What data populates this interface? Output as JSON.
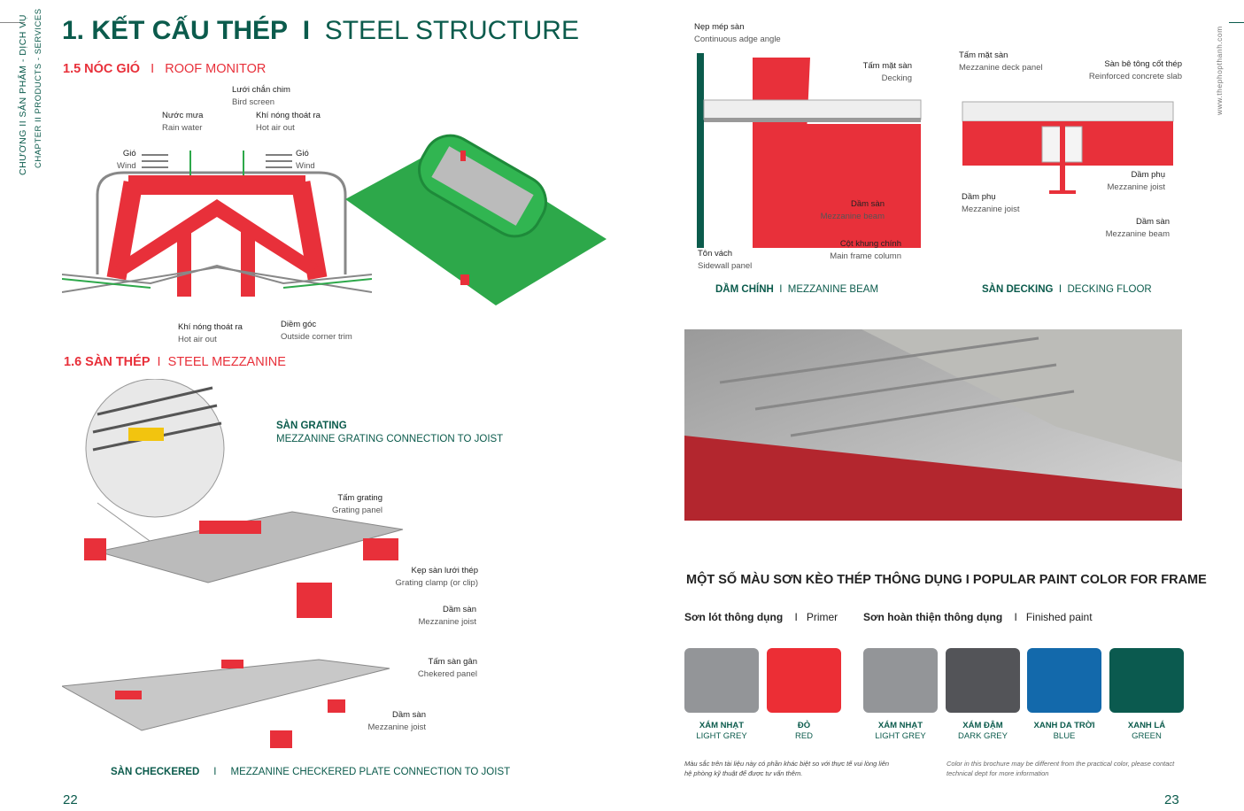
{
  "left_page": {
    "side_text": {
      "vi": "CHƯƠNG II   SẢN PHẨM - DỊCH VỤ",
      "en": "CHAPTER II   PRODUCTS - SERVICES"
    },
    "title_vi": "1. KẾT CẤU THÉP",
    "separator": "I",
    "title_en": "STEEL STRUCTURE",
    "roof_monitor": {
      "heading_vi": "1.5 NÓC GIÓ",
      "heading_en": "ROOF MONITOR",
      "labels": [
        {
          "vi": "Lưới chắn chim",
          "en": "Bird screen"
        },
        {
          "vi": "Nước mưa",
          "en": "Rain water"
        },
        {
          "vi": "Khí nóng thoát ra",
          "en": "Hot air out"
        },
        {
          "vi": "Gió",
          "en": "Wind"
        },
        {
          "vi": "Gió",
          "en": "Wind"
        },
        {
          "vi": "Khí nóng thoát ra",
          "en": "Hot air out"
        },
        {
          "vi": "Diềm góc",
          "en": "Outside corner trim"
        }
      ]
    },
    "mezzanine": {
      "heading_vi": "1.6 SÀN THÉP",
      "heading_en": "STEEL MEZZANINE",
      "grating_title_vi": "SÀN GRATING",
      "grating_title_en": "MEZZANINE GRATING CONNECTION TO JOIST",
      "grating_labels": [
        {
          "vi": "Tấm grating",
          "en": "Grating panel"
        },
        {
          "vi": "Kẹp sàn lưới thép",
          "en": "Grating clamp (or clip)"
        },
        {
          "vi": "Dầm sàn",
          "en": "Mezzanine joist"
        }
      ],
      "checkered_labels": [
        {
          "vi": "Tấm sàn gân",
          "en": "Chekered panel"
        },
        {
          "vi": "Dầm sàn",
          "en": "Mezzanine joist"
        }
      ],
      "checkered_caption_vi": "SÀN CHECKERED",
      "checkered_caption_en": "MEZZANINE CHECKERED PLATE CONNECTION TO JOIST"
    },
    "page_number": "22"
  },
  "right_page": {
    "website": "www.thephopthanh.com",
    "beam": {
      "caption_vi": "DẦM CHÍNH",
      "caption_en": "MEZZANINE BEAM",
      "labels": [
        {
          "vi": "Nẹp mép sàn",
          "en": "Continuous adge angle"
        },
        {
          "vi": "Tấm mặt sàn",
          "en": "Decking"
        },
        {
          "vi": "Dầm sàn",
          "en": "Mezzanine beam"
        },
        {
          "vi": "Cột khung chính",
          "en": "Main frame column"
        },
        {
          "vi": "Tôn vách",
          "en": "Sidewall panel"
        }
      ]
    },
    "decking": {
      "caption_vi": "SÀN DECKING",
      "caption_en": "DECKING FLOOR",
      "labels": [
        {
          "vi": "Tấm mặt sàn",
          "en": "Mezzanine deck panel"
        },
        {
          "vi": "Sàn bê tông cốt thép",
          "en": "Reinforced concrete slab"
        },
        {
          "vi": "Dầm phụ",
          "en": "Mezzanine joist"
        },
        {
          "vi": "Dầm phụ",
          "en": "Mezzanine joist"
        },
        {
          "vi": "Dầm sàn",
          "en": "Mezzanine beam"
        }
      ]
    },
    "paint": {
      "title": "MỘT SỐ MÀU SƠN KÈO THÉP THÔNG DỤNG  I  POPULAR PAINT COLOR FOR FRAME",
      "primer_vi": "Sơn lót thông dụng",
      "primer_en": "Primer",
      "finish_vi": "Sơn hoàn thiện thông dụng",
      "finish_en": "Finished paint",
      "swatches": [
        {
          "vi": "XÁM NHẠT",
          "en": "LIGHT GREY",
          "color": "#939598"
        },
        {
          "vi": "ĐỎ",
          "en": "RED",
          "color": "#ec2e35"
        },
        {
          "vi": "XÁM NHẠT",
          "en": "LIGHT GREY",
          "color": "#939598"
        },
        {
          "vi": "XÁM ĐẬM",
          "en": "DARK GREY",
          "color": "#535458"
        },
        {
          "vi": "XANH DA TRỜI",
          "en": "BLUE",
          "color": "#1369ab"
        },
        {
          "vi": "XANH LÁ",
          "en": "GREEN",
          "color": "#0b5a4f"
        }
      ],
      "note_vi": "Màu sắc trên tài liệu này có phần khác biệt so với thực tế vui lòng liên hệ phòng kỹ thuật để được tư vấn thêm.",
      "note_en": "Color in this brochure may be different from the practical color, please contact technical dept for more information"
    },
    "page_number": "23"
  },
  "colors": {
    "brand_green": "#0b5b4c",
    "accent_red": "#e8303a"
  }
}
